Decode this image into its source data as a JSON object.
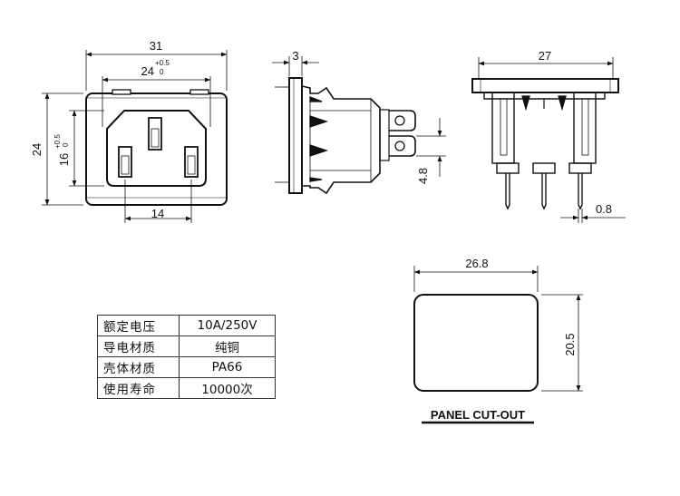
{
  "front_view": {
    "width_label": "31",
    "inner_width_label": "24",
    "inner_width_tol_upper": "+0.5",
    "inner_width_tol_lower": "0",
    "height_label": "24",
    "inner_height_label": "16",
    "inner_height_tol_upper": "+0.5",
    "inner_height_tol_lower": "0",
    "pin_spacing_label": "14"
  },
  "side_view": {
    "flange_label": "3",
    "terminal_label": "4.8"
  },
  "top_view": {
    "width_label": "27",
    "pin_label": "0.8"
  },
  "panel_cutout": {
    "width_label": "26.8",
    "height_label": "20.5",
    "caption": "PANEL CUT-OUT"
  },
  "specs": [
    {
      "key": "额定电压",
      "value": "10A/250V"
    },
    {
      "key": "导电材质",
      "value": "纯铜"
    },
    {
      "key": "壳体材质",
      "value": "PA66"
    },
    {
      "key": "使用寿命",
      "value": "10000次"
    }
  ]
}
